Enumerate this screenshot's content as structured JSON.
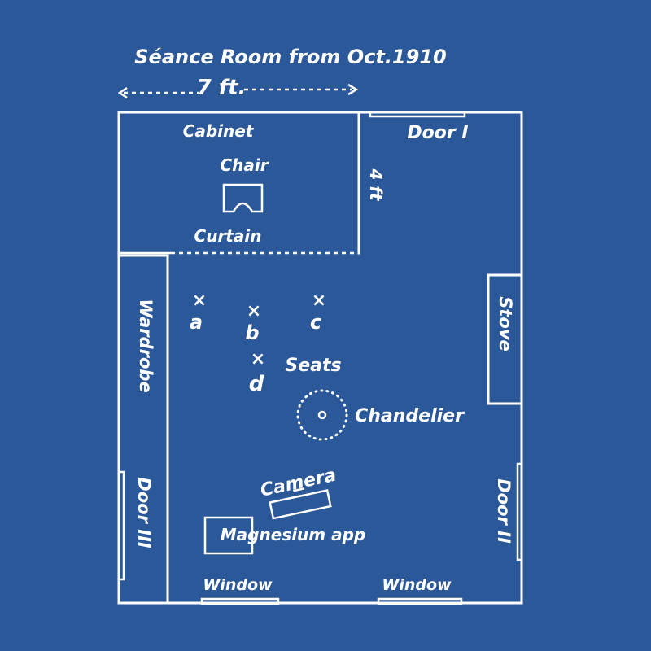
{
  "colors": {
    "background": "#2b5898",
    "ink": "#ffffff"
  },
  "title": "Séance Room from Oct.1910",
  "width_dimension": "7 ft.",
  "cabinet_depth_dimension": "4 ft",
  "labels": {
    "cabinet": "Cabinet",
    "chair": "Chair",
    "curtain": "Curtain",
    "door_1": "Door I",
    "door_2": "Door II",
    "door_3": "Door III",
    "wardrobe": "Wardrobe",
    "stove": "Stove",
    "seats": "Seats",
    "chandelier": "Chandelier",
    "camera": "Camera",
    "magnesium": "Magnesium app",
    "window_left": "Window",
    "window_right": "Window"
  },
  "seat_marks": [
    {
      "symbol": "×",
      "letter": "a"
    },
    {
      "symbol": "×",
      "letter": "b"
    },
    {
      "symbol": "×",
      "letter": "c"
    },
    {
      "symbol": "×",
      "letter": "d"
    }
  ]
}
